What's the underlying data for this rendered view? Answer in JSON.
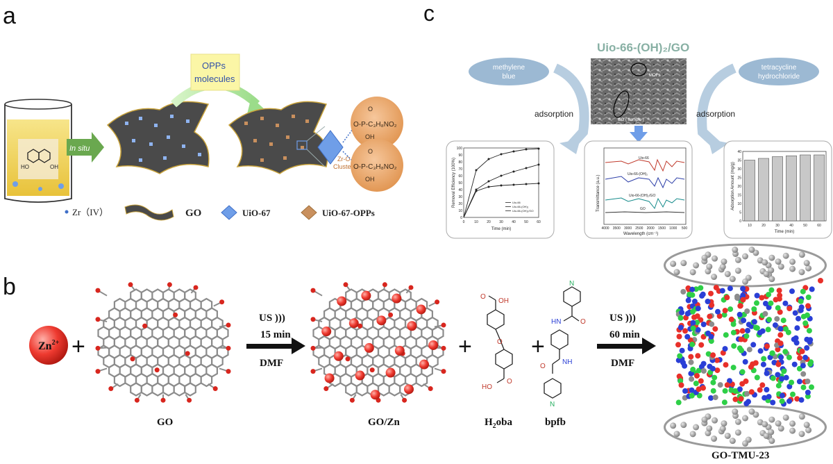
{
  "panels": {
    "a": {
      "letter": "a",
      "insitu_label": "In situ",
      "opps_line1": "OPPs",
      "opps_line2": "molecules",
      "cluster_line1": "Zr-O",
      "cluster_line2": "Clusters",
      "chem_label_1": "O-P-C₃H₈NO₂",
      "chem_label_2": "O-P-C₃H₈NO₂",
      "chem_oh": "OH",
      "chem_o": "O",
      "legend": {
        "zr": "Zr（IV）",
        "go": "GO",
        "uio": "UiO-67",
        "uio_opps": "UiO-67-OPPs"
      }
    },
    "b": {
      "letter": "b",
      "zn": "Zn",
      "zn_sup": "2+",
      "plus": "+",
      "step1": {
        "line1": "US )))",
        "line2": "15 min",
        "line3": "DMF"
      },
      "step2": {
        "line1": "US )))",
        "line2": "60 min",
        "line3": "DMF"
      },
      "labels": {
        "go": "GO",
        "gozn": "GO/Zn",
        "h2oba_h": "H",
        "h2oba_2": "2",
        "h2oba_rest": "oba",
        "bpfb": "bpfb",
        "product": "GO-TMU-23"
      },
      "atoms": {
        "oh": "OH",
        "o": "O",
        "ho": "HO",
        "n": "N",
        "hn": "HN",
        "nh": "NH"
      }
    },
    "c": {
      "letter": "c",
      "title": "Uio-66-(OH)₂/GO",
      "left_bubble_1": "methylene",
      "left_bubble_2": "blue",
      "right_bubble_1": "tetracycline",
      "right_bubble_2": "hydrochloride",
      "adsorption_left": "adsorption",
      "adsorption_right": "adsorption",
      "sem_mofs": "MOFs",
      "sem_go": "GO ( sample )",
      "ftir": {
        "ylabel": "Transmittance (a.u.)",
        "xlabel": "Wavelength (cm⁻¹)",
        "ticks": [
          "4000",
          "3500",
          "3000",
          "2500",
          "2000",
          "1500",
          "1000",
          "500"
        ],
        "series_labels": [
          "Uio-66",
          "Uio-66-(OH)₂",
          "Uio-66-(OH)₂/GO",
          "GO"
        ]
      }
    }
  },
  "chart_data": [
    {
      "type": "line",
      "xlabel": "Time (min)",
      "ylabel": "Removal Efficiency (100%)",
      "x": [
        0,
        10,
        20,
        30,
        40,
        50,
        60
      ],
      "xlim": [
        0,
        60
      ],
      "ylim": [
        0,
        100
      ],
      "xticks": [
        "0",
        "10",
        "20",
        "30",
        "40",
        "50",
        "60"
      ],
      "yticks": [
        "0",
        "10",
        "20",
        "30",
        "40",
        "50",
        "60",
        "70",
        "80",
        "90",
        "100"
      ],
      "series": [
        {
          "name": "Uio-66",
          "values": [
            0,
            38,
            44,
            46,
            47,
            48,
            49
          ]
        },
        {
          "name": "Uio-66-(OH)₂",
          "values": [
            0,
            40,
            52,
            60,
            66,
            71,
            76
          ]
        },
        {
          "name": "Uio-66-(OH)₂/GO",
          "values": [
            0,
            68,
            84,
            91,
            95,
            98,
            99
          ]
        }
      ],
      "legend": "bottom-right"
    },
    {
      "type": "bar",
      "xlabel": "Time (min)",
      "ylabel": "Adsorption Amount (mg/g)",
      "categories": [
        "10",
        "20",
        "30",
        "40",
        "50",
        "60"
      ],
      "values": [
        35,
        36,
        37,
        37.5,
        38,
        38
      ],
      "ylim": [
        0,
        40
      ],
      "yticks": [
        "0",
        "5",
        "10",
        "15",
        "20",
        "25",
        "30",
        "35",
        "40"
      ],
      "colors": {
        "bar": "#c8c8c8",
        "stroke": "#555555"
      }
    }
  ],
  "colors": {
    "go_sheet": "#4a4a4a",
    "go_edge": "#c8a23a",
    "uio": "#6f9ee8",
    "uio_opps": "#c9905e",
    "insitu_arrow": "#6aa84f",
    "bubble": "#9cb9d3",
    "oxygen": "#e8302a",
    "carbon": "#8c8c8c",
    "nitrogen_blue": "#2a3fd6",
    "green": "#2ecf47"
  }
}
